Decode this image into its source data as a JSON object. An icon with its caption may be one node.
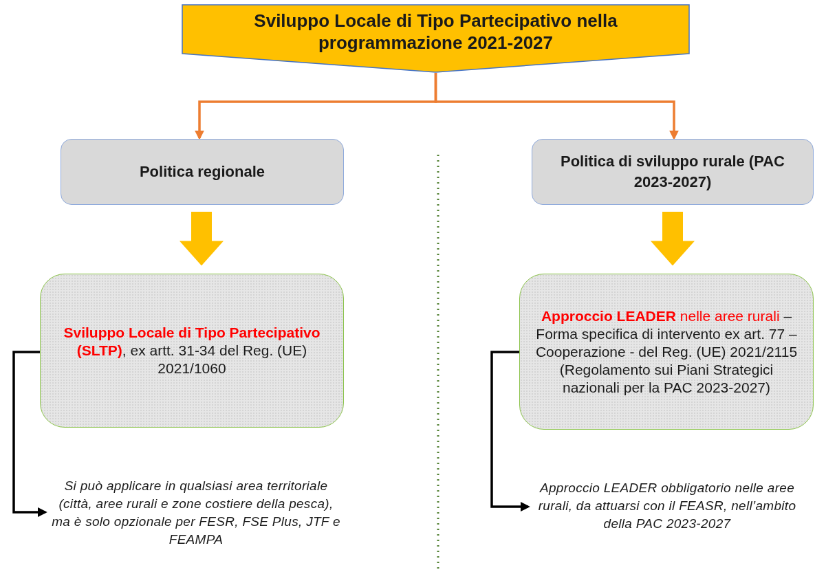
{
  "diagram": {
    "nodes": [
      {
        "text": [
          "Sviluppo Locale di Tipo Partecipativo nella programmazione 2021-2027"
        ]
      },
      {
        "text": [
          "Politica regionale"
        ]
      },
      {
        "text": [
          "Politica di sviluppo rurale (PAC 2023-2027)"
        ]
      },
      {
        "text": [
          "**Sviluppo Locale di Tipo Partecipativo (SLTP)**, ex artt. 31-34 del Reg. (UE) 2021/1060"
        ]
      },
      {
        "text": [
          "**Approccio LEADER** *nelle aree rurali* – Forma specifica di intervento ex art. 77 – Cooperazione - del Reg. (UE) 2021/2115 (Regolamento sui Piani Strategici nazionali per la PAC 2023-2027)"
        ]
      },
      {
        "text": [
          "Si può applicare in qualsiasi area territoriale (città, aree rurali e zone costiere della pesca), ma è solo opzionale per FESR, FSE Plus, JTF e FEAMPA"
        ]
      },
      {
        "text": [
          "Approccio LEADER obbligatorio nelle aree rurali, da attuarsi con il FEASR, nell’ambito della PAC 2023-2027"
        ]
      }
    ],
    "edges": [
      {
        "from": 0,
        "to": 1,
        "arrow": "to",
        "color": "#ed7d31"
      },
      {
        "from": 0,
        "to": 2,
        "arrow": "to",
        "color": "#ed7d31"
      },
      {
        "from": 1,
        "to": 3,
        "arrow": "to",
        "style": "thick",
        "color": "#ffc000"
      },
      {
        "from": 2,
        "to": 4,
        "arrow": "to",
        "style": "thick",
        "color": "#ffc000"
      },
      {
        "from": 3,
        "to": 5,
        "arrow": "to",
        "color": "#000000"
      },
      {
        "from": 4,
        "to": 6,
        "arrow": "to",
        "color": "#000000"
      }
    ]
  }
}
